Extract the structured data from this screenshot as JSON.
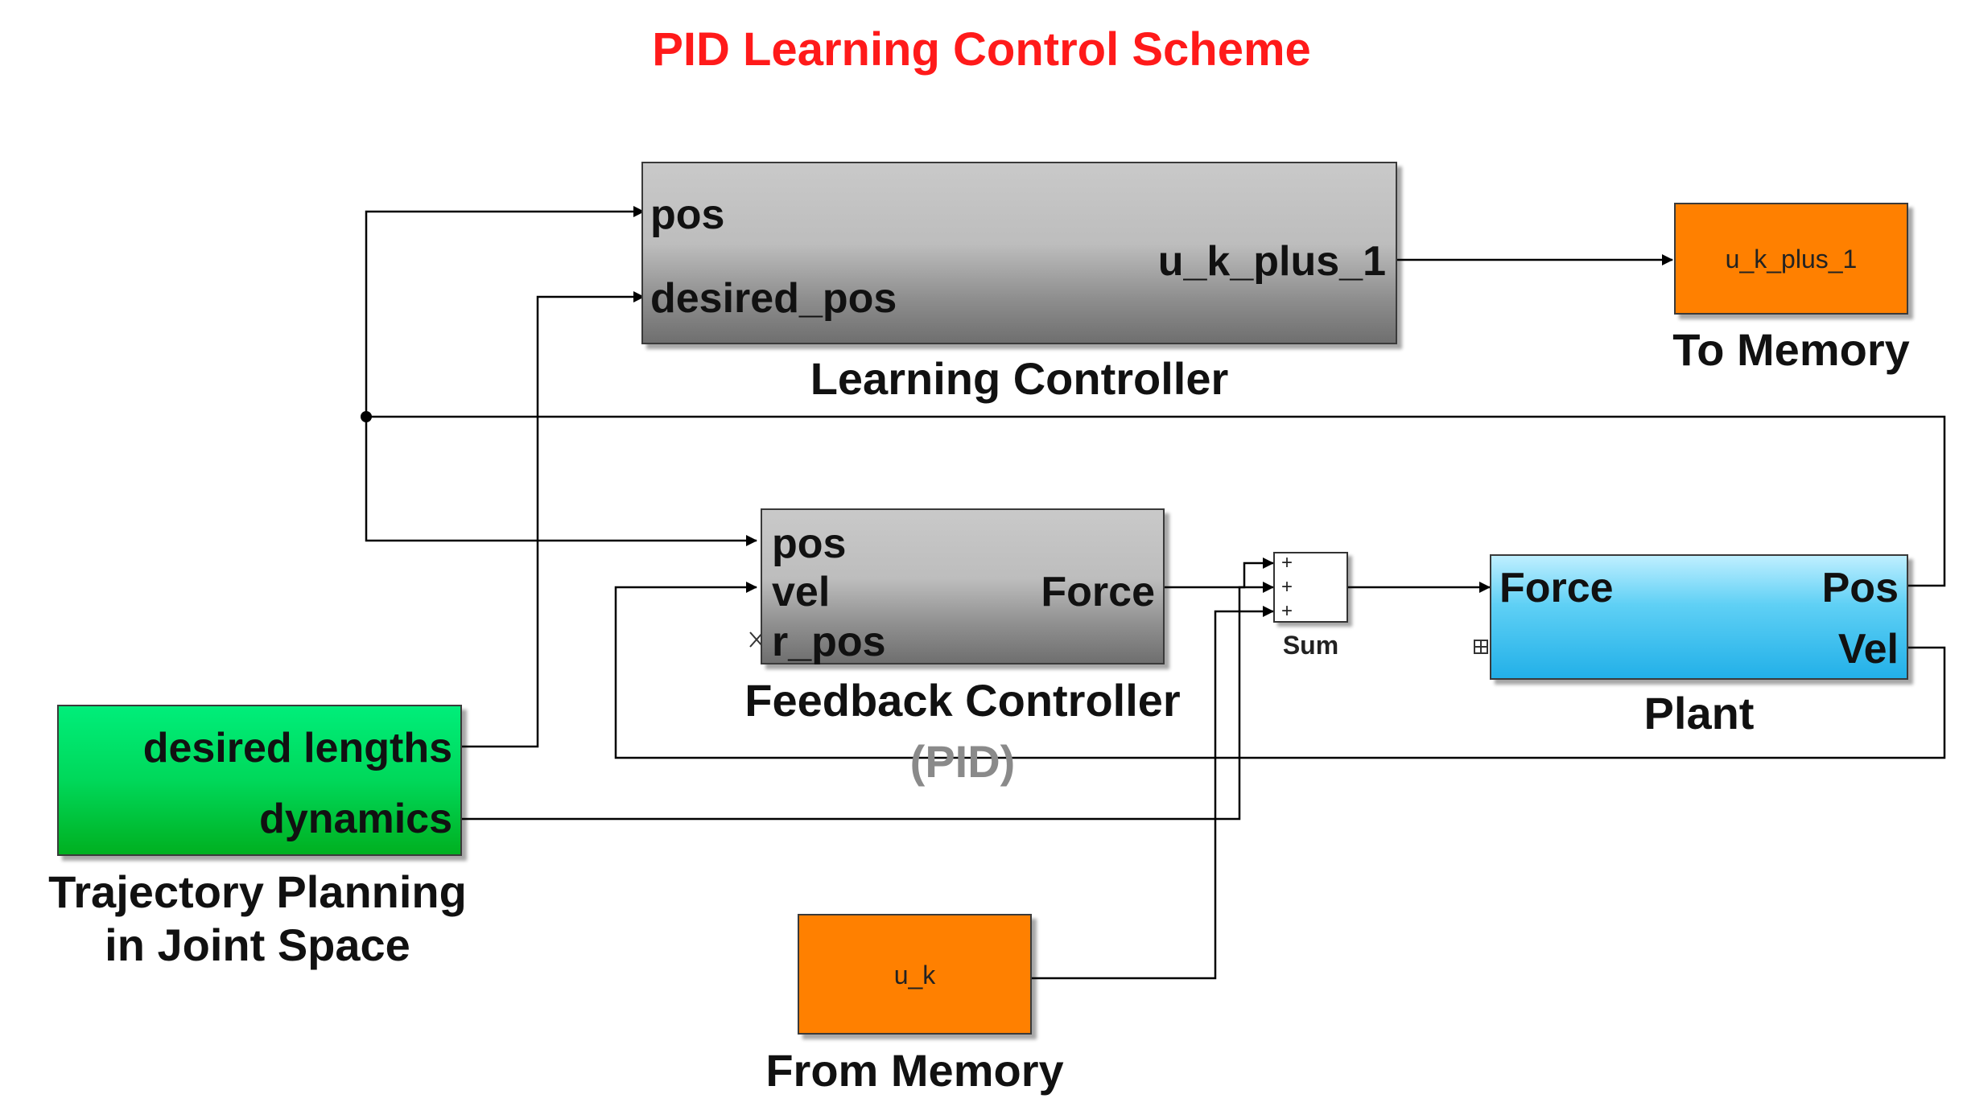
{
  "title": "PID Learning Control Scheme",
  "learning_controller": {
    "inputs": [
      "pos",
      "desired_pos"
    ],
    "output": "u_k_plus_1",
    "label": "Learning Controller"
  },
  "to_memory": {
    "value": "u_k_plus_1",
    "label": "To Memory"
  },
  "feedback_controller": {
    "inputs": [
      "pos",
      "vel",
      "r_pos"
    ],
    "output": "Force",
    "label": "Feedback Controller",
    "sublabel": "(PID)"
  },
  "sum": {
    "signs": [
      "+",
      "+",
      "+"
    ],
    "label": "Sum"
  },
  "plant": {
    "input": "Force",
    "outputs": [
      "Pos",
      "Vel"
    ],
    "label": "Plant"
  },
  "trajectory": {
    "outputs": [
      "desired lengths",
      "dynamics"
    ],
    "label_line1": "Trajectory Planning",
    "label_line2": "in Joint Space"
  },
  "from_memory": {
    "value": "u_k",
    "label": "From Memory"
  },
  "colors": {
    "title": "#ff1a1a",
    "memory_block": "#ff8000",
    "trajectory_block": "#00d85a",
    "plant_block": "#22b0e8",
    "controller_block": "#bdbdbd"
  }
}
